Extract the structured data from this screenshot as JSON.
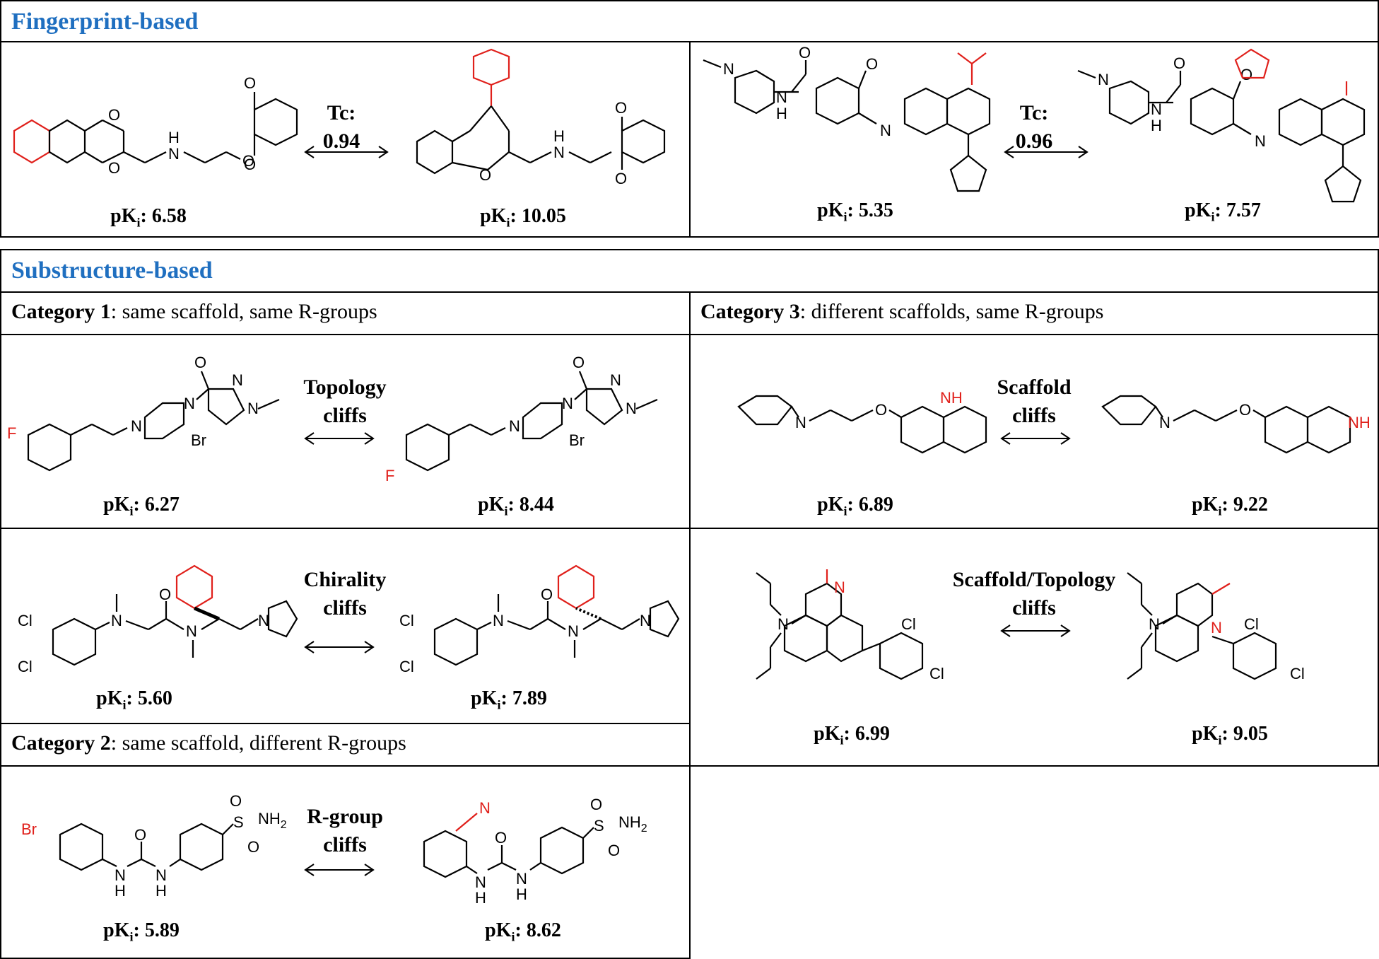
{
  "sections": {
    "fingerprint": "Fingerprint-based",
    "substructure": "Substructure-based"
  },
  "categories": {
    "cat1": {
      "bold": "Category 1",
      "text": ": same scaffold, same R-groups"
    },
    "cat2": {
      "bold": "Category 2",
      "text": ": same scaffold, different R-groups"
    },
    "cat3": {
      "bold": "Category 3",
      "text": ": different scaffolds, same R-groups"
    }
  },
  "pairs": {
    "fp1": {
      "label_line1": "Tc:",
      "label_line2": "0.94",
      "left_pki": "6.58",
      "right_pki": "10.05"
    },
    "fp2": {
      "label_line1": "Tc:",
      "label_line2": "0.96",
      "left_pki": "5.35",
      "right_pki": "7.57"
    },
    "topology": {
      "label_line1": "Topology",
      "label_line2": "cliffs",
      "left_pki": "6.27",
      "right_pki": "8.44"
    },
    "chirality": {
      "label_line1": "Chirality",
      "label_line2": "cliffs",
      "left_pki": "5.60",
      "right_pki": "7.89"
    },
    "rgroup": {
      "label_line1": "R-group",
      "label_line2": "cliffs",
      "left_pki": "5.89",
      "right_pki": "8.62"
    },
    "scaffold": {
      "label_line1": "Scaffold",
      "label_line2": "cliffs",
      "left_pki": "6.89",
      "right_pki": "9.22"
    },
    "scaffold_topology": {
      "label_line1": "Scaffold/Topology",
      "label_line2": "cliffs",
      "left_pki": "6.99",
      "right_pki": "9.05"
    }
  },
  "pki_prefix": "pK",
  "pki_sub": "i",
  "atom_labels": {
    "O": "O",
    "N": "N",
    "H": "H",
    "NH": "NH",
    "NH2": "NH",
    "S": "S",
    "Br": "Br",
    "F": "F",
    "Cl": "Cl",
    "two": "2"
  },
  "colors": {
    "heading": "#1f6fc0",
    "highlight": "#e0201b"
  }
}
